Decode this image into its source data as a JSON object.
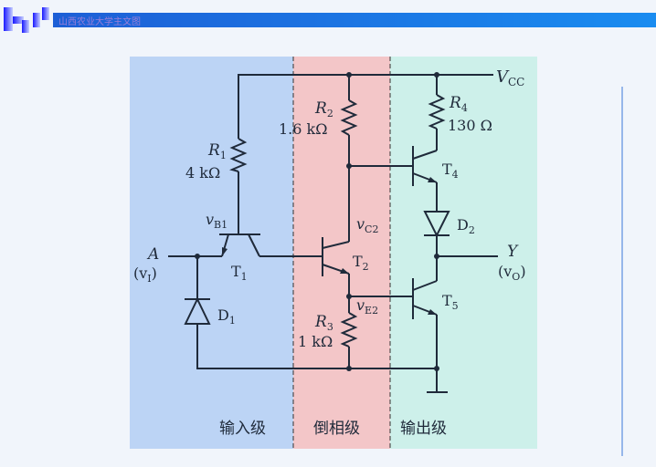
{
  "header": {
    "title": "山西农业大学主文图"
  },
  "diagram": {
    "supply": "V",
    "supply_sub": "CC",
    "resistors": [
      {
        "name": "R",
        "sub": "1",
        "value": "4 kΩ"
      },
      {
        "name": "R",
        "sub": "2",
        "value": "1.6 kΩ"
      },
      {
        "name": "R",
        "sub": "3",
        "value": "1 kΩ"
      },
      {
        "name": "R",
        "sub": "4",
        "value": "130 Ω"
      }
    ],
    "transistors": [
      {
        "name": "T",
        "sub": "1"
      },
      {
        "name": "T",
        "sub": "2"
      },
      {
        "name": "T",
        "sub": "4"
      },
      {
        "name": "T",
        "sub": "5"
      }
    ],
    "diodes": [
      {
        "name": "D",
        "sub": "1"
      },
      {
        "name": "D",
        "sub": "2"
      }
    ],
    "nodes": {
      "vb1": "v",
      "vb1_sub": "B1",
      "vc2": "v",
      "vc2_sub": "C2",
      "ve2": "v",
      "ve2_sub": "E2"
    },
    "input": {
      "label": "A",
      "signal": "(v",
      "signal_sub": "I",
      "signal_end": ")"
    },
    "output": {
      "label": "Y",
      "signal": "(v",
      "signal_sub": "O",
      "signal_end": ")"
    },
    "stages": [
      "输入级",
      "倒相级",
      "输出级"
    ],
    "stage_colors": [
      "#bcd4f5",
      "#f3c6c8",
      "#cdf0ea"
    ]
  }
}
